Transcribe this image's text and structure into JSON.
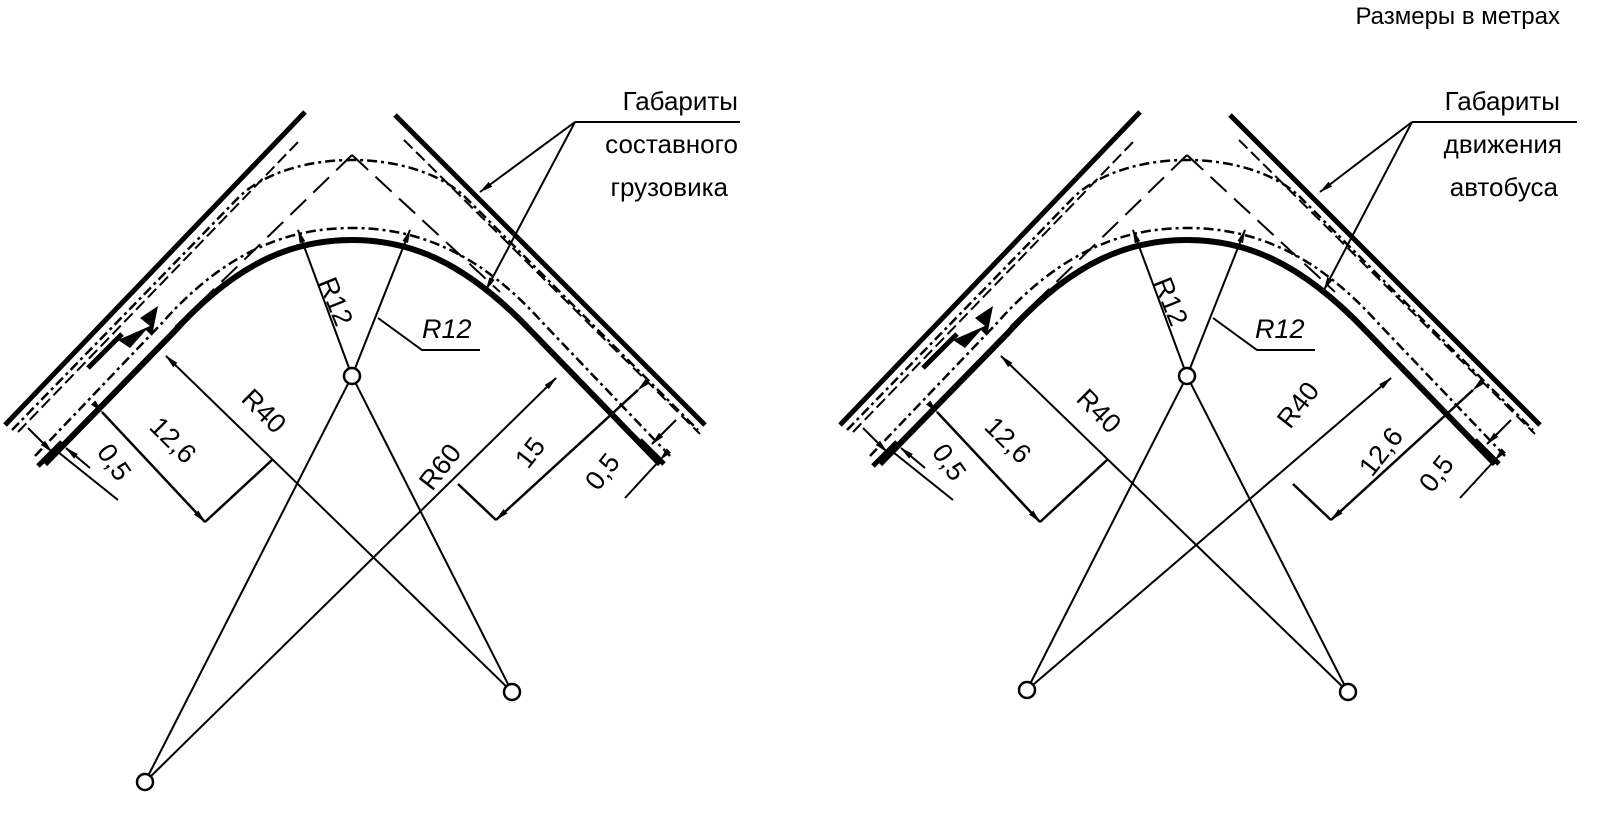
{
  "title": "Размеры в метрах",
  "diagrams": [
    {
      "legend": [
        "Габариты",
        "составного",
        "грузовика"
      ],
      "labels": {
        "r12_arrow": "R12",
        "r12_leader": "R12",
        "r40": "R40",
        "w126": "12,6",
        "w05_left": "0,5",
        "r_right": "R60",
        "w_right": "15",
        "w05_right": "0,5"
      }
    },
    {
      "legend": [
        "Габариты",
        "движения",
        "автобуса"
      ],
      "labels": {
        "r12_arrow": "R12",
        "r12_leader": "R12",
        "r40": "R40",
        "w126": "12,6",
        "w05_left": "0,5",
        "r_right": "R40",
        "w_right": "12,6",
        "w05_right": "0,5"
      }
    }
  ]
}
